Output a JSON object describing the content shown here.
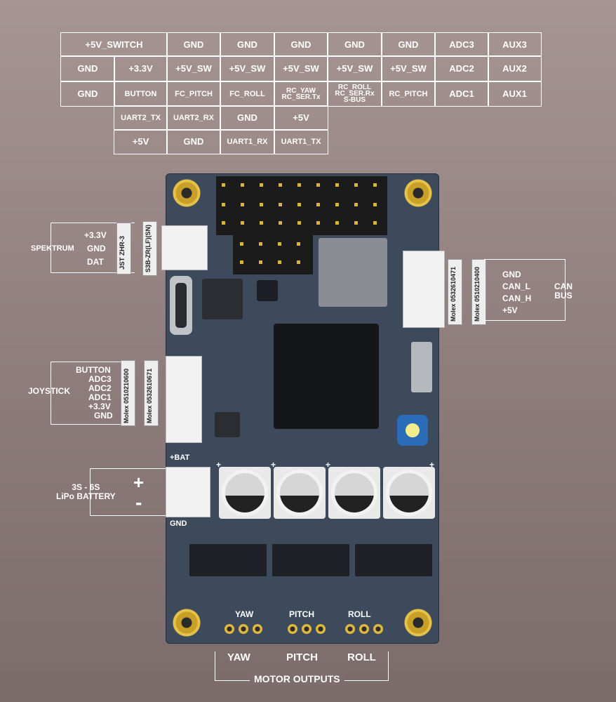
{
  "pin_table": {
    "row1": [
      "+5V_SWITCH",
      "GND",
      "GND",
      "GND",
      "GND",
      "GND",
      "ADC3",
      "AUX3"
    ],
    "row2": [
      "GND",
      "+3.3V",
      "+5V_SW",
      "+5V_SW",
      "+5V_SW",
      "+5V_SW",
      "+5V_SW",
      "ADC2",
      "AUX2"
    ],
    "row3": [
      "GND",
      "BUTTON",
      "FC_PITCH",
      "FC_ROLL",
      "RC_YAW\nRC_SER.Tx",
      "RC_ROLL\nRC_SER.Rx\nS-BUS",
      "RC_PITCH",
      "ADC1",
      "AUX1"
    ],
    "row4": [
      "UART2_TX",
      "UART2_RX",
      "GND",
      "+5V"
    ],
    "row5": [
      "+5V",
      "GND",
      "UART1_RX",
      "UART1_TX"
    ]
  },
  "spektrum": {
    "label": "SPEKTRUM",
    "pins": [
      "+3.3V",
      "GND",
      "DAT"
    ],
    "part": "JST ZHR-3",
    "board_part": "S3B-ZR(LF)(SN)"
  },
  "can_bus": {
    "label": "CAN\nBUS",
    "pins": [
      "GND",
      "CAN_L",
      "CAN_H",
      "+5V"
    ],
    "part": "Molex 0510210400",
    "board_part": "Molex 0532610471"
  },
  "joystick": {
    "label": "JOYSTICK",
    "pins": [
      "BUTTON",
      "ADC3",
      "ADC2",
      "ADC1",
      "+3.3V",
      "GND"
    ],
    "part": "Molex 0510210600",
    "board_part": "Molex 0532610671"
  },
  "battery": {
    "label": "3S - 6S\nLiPo BATTERY",
    "plus": "+",
    "minus": "-",
    "bat_label": "+BAT",
    "gnd_label": "GND"
  },
  "motor_outputs": {
    "title": "MOTOR OUTPUTS",
    "channels": [
      "YAW",
      "PITCH",
      "ROLL"
    ]
  },
  "cap_polarity": "+"
}
